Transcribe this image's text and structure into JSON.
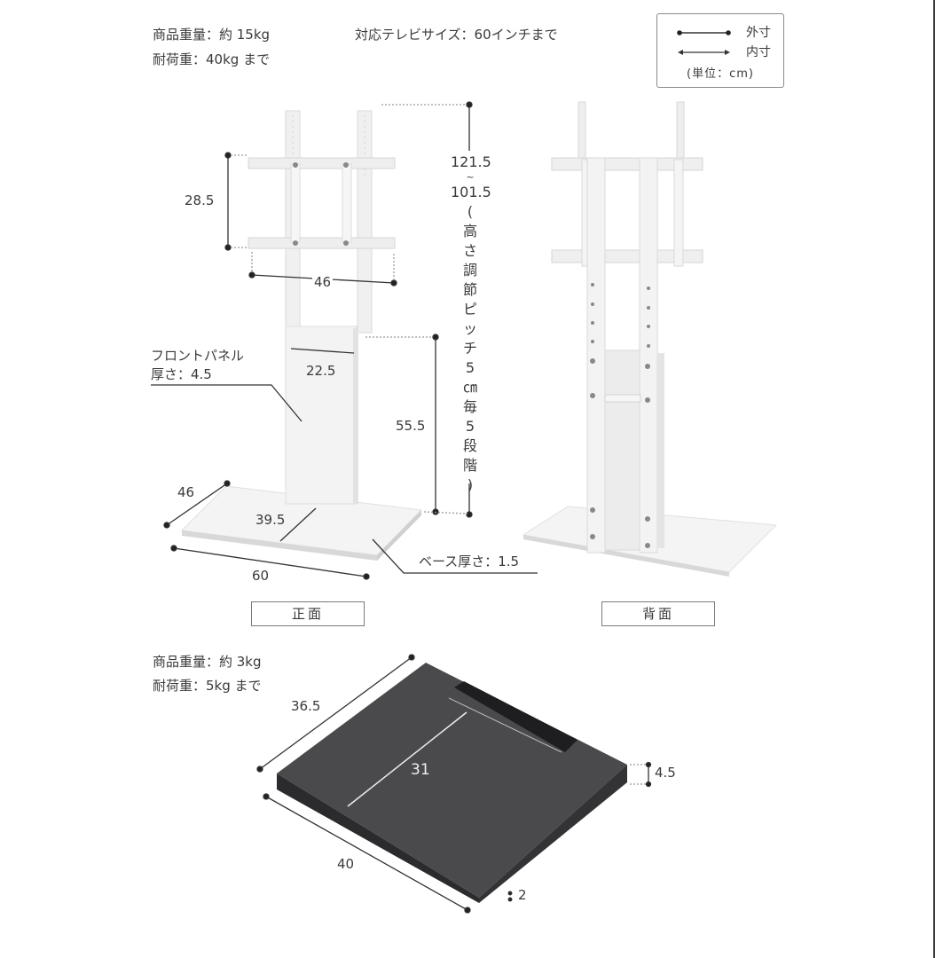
{
  "stand_specs": {
    "weight": "商品重量：約 15kg",
    "load": "耐荷重：40kg まで",
    "tv_size": "対応テレビサイズ：60インチまで"
  },
  "legend": {
    "outer_label": "外寸",
    "inner_label": "内寸",
    "unit": "(単位：cm)"
  },
  "front_view": {
    "caption": "正面",
    "dims": {
      "mount_height": "28.5",
      "mount_width": "46",
      "panel_width": "22.5",
      "panel_height": "55.5",
      "base_depth": "46",
      "base_inner_depth": "39.5",
      "base_width": "60",
      "total_height_max": "121.5",
      "range_sep": "~",
      "total_height_min": "101.5",
      "height_note_chars": [
        "(",
        "高",
        "さ",
        "調",
        "節",
        "ピ",
        "ッ",
        "チ",
        "5",
        "㎝",
        "毎",
        "5",
        "段",
        "階",
        ")"
      ]
    },
    "callouts": {
      "front_panel_line1": "フロントパネル",
      "front_panel_line2": "厚さ：4.5",
      "base_thickness": "ベース厚さ：1.5"
    }
  },
  "back_view": {
    "caption": "背面"
  },
  "shelf_specs": {
    "weight": "商品重量：約 3kg",
    "load": "耐荷重：5kg まで"
  },
  "shelf": {
    "dims": {
      "depth": "36.5",
      "inner_depth": "31",
      "thickness": "4.5",
      "width": "40",
      "lip": "2"
    },
    "colors": {
      "top": "#4a4a4c",
      "side": "#2b2b2d",
      "slot": "#1e1e20"
    }
  },
  "colors": {
    "text": "#3a3a3a",
    "stand_white": "#f2f2f2",
    "stand_shadow": "#d9d9d9"
  }
}
